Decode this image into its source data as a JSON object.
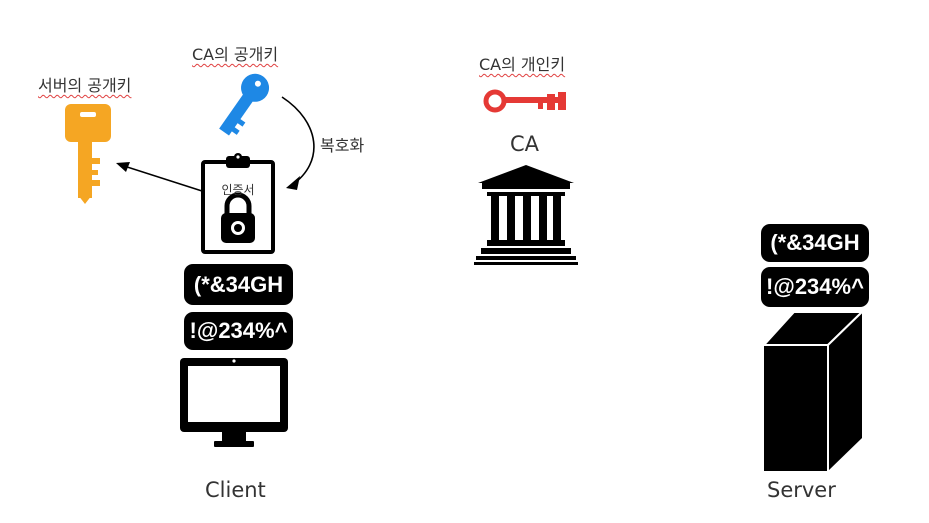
{
  "labels": {
    "server_public_key": "서버의 공개키",
    "ca_public_key": "CA의 공개키",
    "ca_private_key": "CA의 개인키",
    "decrypt": "복호화",
    "ca": "CA",
    "certificate": "인증서",
    "client": "Client",
    "server": "Server"
  },
  "client_data": [
    "(*&34GH",
    "!@234%^"
  ],
  "server_data": [
    "(*&34GH",
    "!@234%^"
  ],
  "colors": {
    "server_key": "#F5A623",
    "ca_public_key": "#1E88E5",
    "ca_private_key": "#E53935",
    "pill": "#000000"
  },
  "icons": [
    "key-icon",
    "clipboard-lock-icon",
    "bank-building-icon",
    "monitor-icon",
    "server-tower-icon"
  ]
}
